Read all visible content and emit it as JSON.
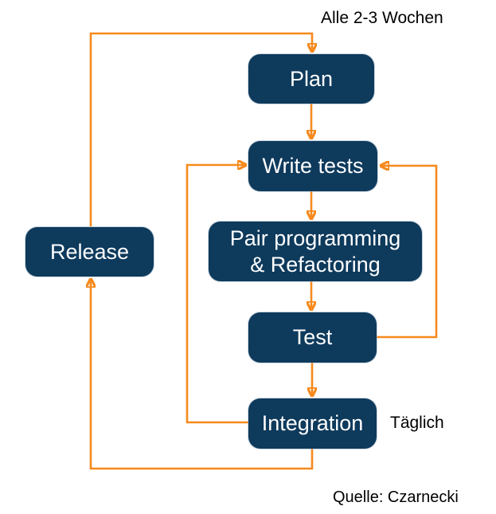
{
  "colors": {
    "background": "#ffffff",
    "node_fill": "#0e3a5c",
    "node_text": "#ffffff",
    "arrow": "#f68a1d",
    "label_text": "#000000"
  },
  "diagram": {
    "nodes": [
      {
        "id": "plan",
        "label": "Plan"
      },
      {
        "id": "write-tests",
        "label": "Write tests"
      },
      {
        "id": "pair-programming",
        "label": "Pair programming & Refactoring",
        "lines": [
          "Pair programming",
          "& Refactoring"
        ]
      },
      {
        "id": "test",
        "label": "Test"
      },
      {
        "id": "integration",
        "label": "Integration"
      },
      {
        "id": "release",
        "label": "Release"
      }
    ],
    "edges": [
      {
        "from": "release",
        "to": "plan",
        "type": "loop",
        "label": "Alle 2-3 Wochen"
      },
      {
        "from": "plan",
        "to": "write-tests",
        "type": "straight"
      },
      {
        "from": "write-tests",
        "to": "pair-programming",
        "type": "straight"
      },
      {
        "from": "pair-programming",
        "to": "test",
        "type": "straight"
      },
      {
        "from": "test",
        "to": "integration",
        "type": "straight"
      },
      {
        "from": "test",
        "to": "write-tests",
        "type": "loop"
      },
      {
        "from": "integration",
        "to": "write-tests",
        "type": "loop"
      },
      {
        "from": "integration",
        "to": "release",
        "type": "loop",
        "label": "Täglich"
      }
    ],
    "annotations": {
      "cycle_label": "Alle 2-3 Wochen",
      "daily_label": "Täglich",
      "source": "Quelle: Czarnecki"
    }
  }
}
